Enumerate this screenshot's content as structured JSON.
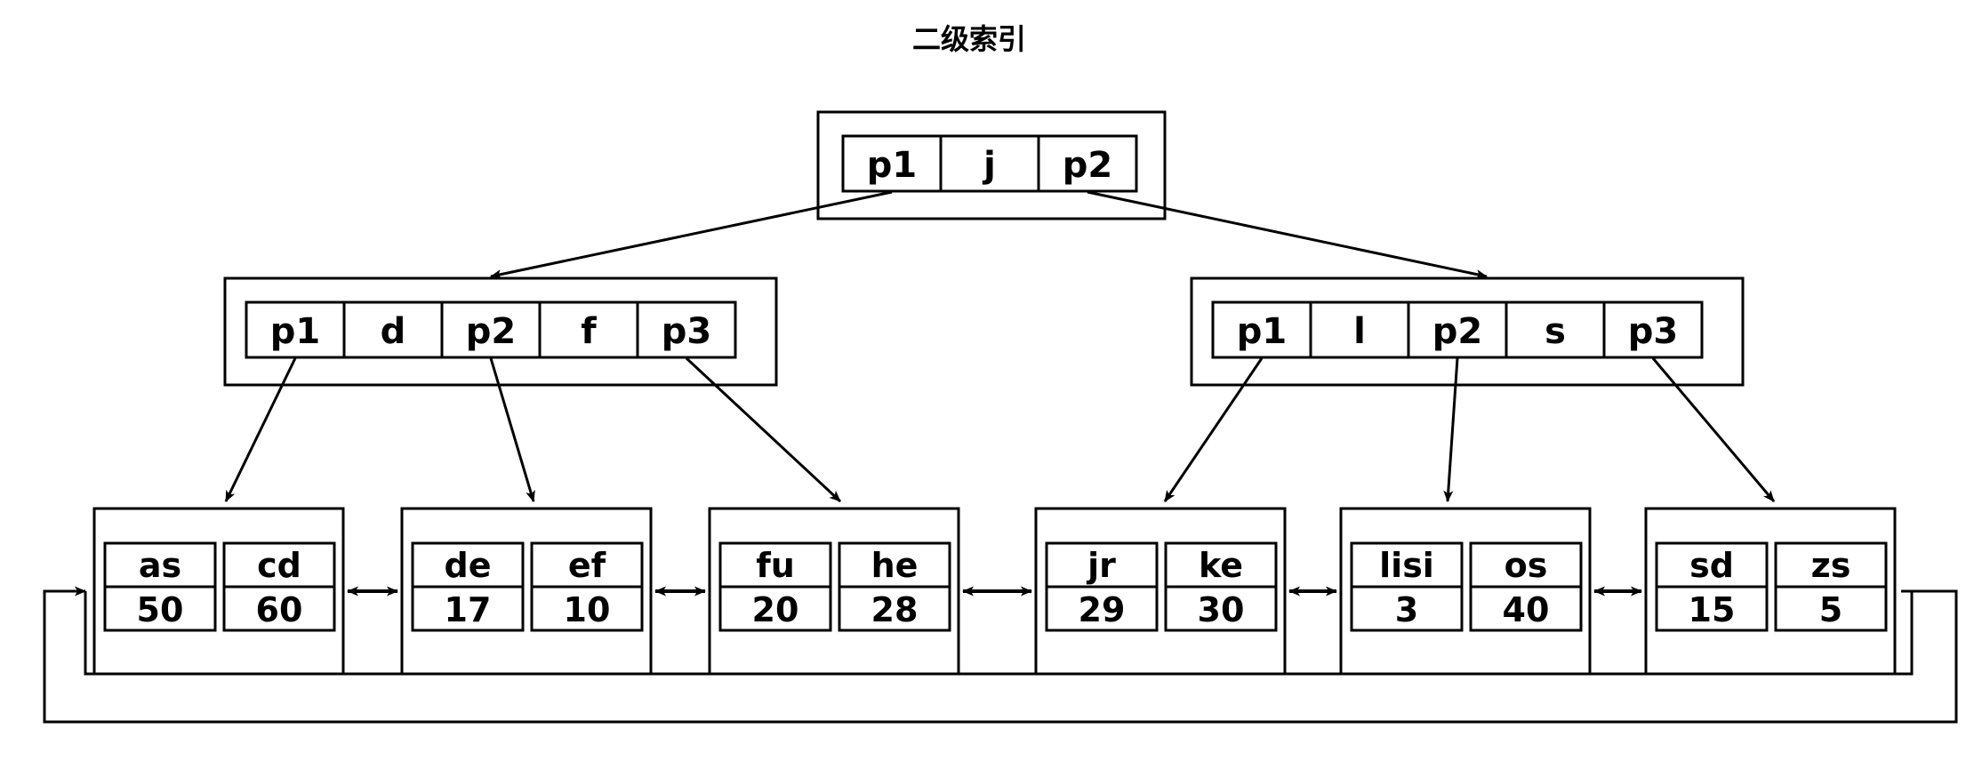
{
  "title": "二级索引",
  "colors": {
    "background": "#ffffff",
    "stroke": "#000000",
    "text": "#000000"
  },
  "tree": {
    "type": "b-plus-tree",
    "root": {
      "id": "root-node",
      "cells": [
        {
          "kind": "pointer",
          "label": "p1"
        },
        {
          "kind": "key",
          "label": "j"
        },
        {
          "kind": "pointer",
          "label": "p2"
        }
      ]
    },
    "internal": [
      {
        "id": "internal-node-left",
        "cells": [
          {
            "kind": "pointer",
            "label": "p1"
          },
          {
            "kind": "key",
            "label": "d"
          },
          {
            "kind": "pointer",
            "label": "p2"
          },
          {
            "kind": "key",
            "label": "f"
          },
          {
            "kind": "pointer",
            "label": "p3"
          }
        ]
      },
      {
        "id": "internal-node-right",
        "cells": [
          {
            "kind": "pointer",
            "label": "p1"
          },
          {
            "kind": "key",
            "label": "l"
          },
          {
            "kind": "pointer",
            "label": "p2"
          },
          {
            "kind": "key",
            "label": "s"
          },
          {
            "kind": "pointer",
            "label": "p3"
          }
        ]
      }
    ],
    "leaves": [
      {
        "id": "leaf-node-1",
        "entries": [
          {
            "key": "as",
            "value": "50"
          },
          {
            "key": "cd",
            "value": "60"
          }
        ]
      },
      {
        "id": "leaf-node-2",
        "entries": [
          {
            "key": "de",
            "value": "17"
          },
          {
            "key": "ef",
            "value": "10"
          }
        ]
      },
      {
        "id": "leaf-node-3",
        "entries": [
          {
            "key": "fu",
            "value": "20"
          },
          {
            "key": "he",
            "value": "28"
          }
        ]
      },
      {
        "id": "leaf-node-4",
        "entries": [
          {
            "key": "jr",
            "value": "29"
          },
          {
            "key": "ke",
            "value": "30"
          }
        ]
      },
      {
        "id": "leaf-node-5",
        "entries": [
          {
            "key": "lisi",
            "value": "3"
          },
          {
            "key": "os",
            "value": "40"
          }
        ]
      },
      {
        "id": "leaf-node-6",
        "entries": [
          {
            "key": "sd",
            "value": "15"
          },
          {
            "key": "zs",
            "value": "5"
          }
        ]
      }
    ]
  }
}
